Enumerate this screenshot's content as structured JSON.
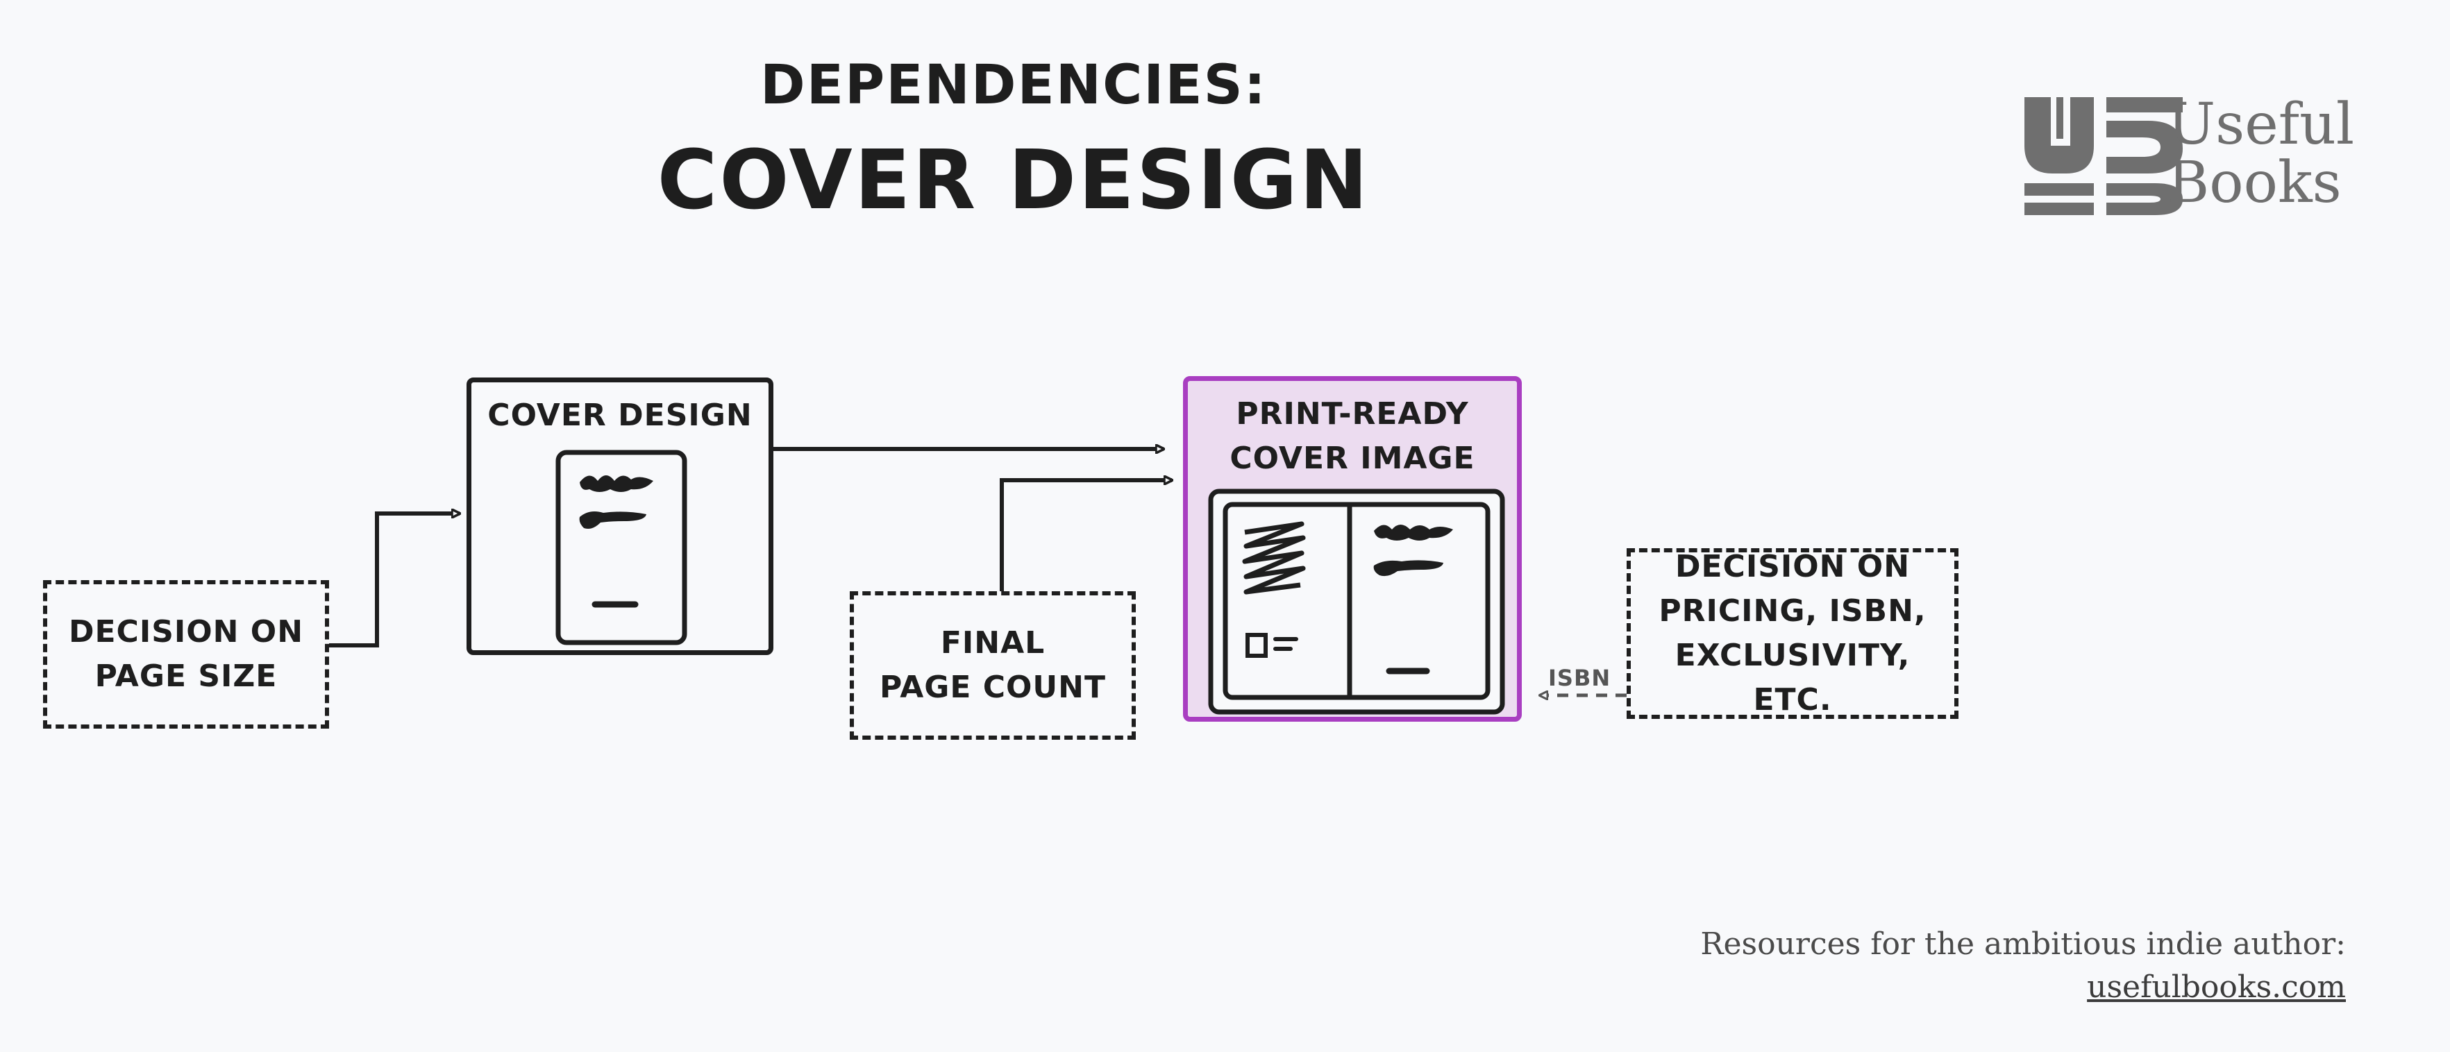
{
  "diagram": {
    "title_line1": "DEPENDENCIES:",
    "title_line2": "COVER DESIGN",
    "nodes": {
      "page_size": "DECISION ON\nPAGE SIZE",
      "cover_design": "COVER DESIGN",
      "final_page_count": "FINAL\nPAGE COUNT",
      "print_ready": "PRINT-READY\nCOVER IMAGE",
      "pricing": "DECISION ON\nPRICING, ISBN,\nEXCLUSIVITY, ETC."
    },
    "edge_labels": {
      "isbn": "ISBN"
    }
  },
  "brand": {
    "logo_line1": "Useful",
    "logo_line2": "Books",
    "tagline": "Resources for the ambitious indie author:",
    "link": "usefulbooks.com"
  },
  "colors": {
    "accent_border": "#a93ec1",
    "accent_fill": "#ecdcf0",
    "ink": "#1e1e1e",
    "logo_gray": "#6f6f6f"
  }
}
